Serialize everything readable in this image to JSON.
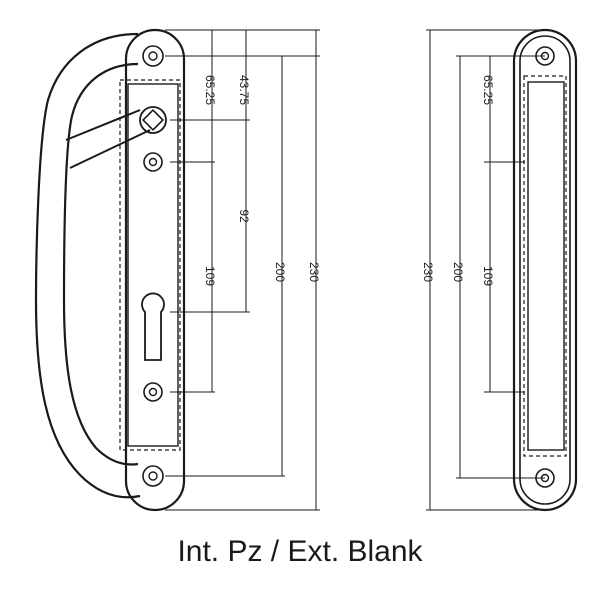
{
  "caption": "Int. Pz / Ext. Blank",
  "colors": {
    "line": "#1a1a1a",
    "background": "#ffffff"
  },
  "left_view": {
    "dimensions": {
      "d1": "65.25",
      "d2": "43.75",
      "d3": "92",
      "d4": "109",
      "d5": "200",
      "d6": "230"
    }
  },
  "right_view": {
    "dimensions": {
      "d1": "65.25",
      "d2": "200",
      "d3": "109",
      "d4": "230"
    }
  }
}
